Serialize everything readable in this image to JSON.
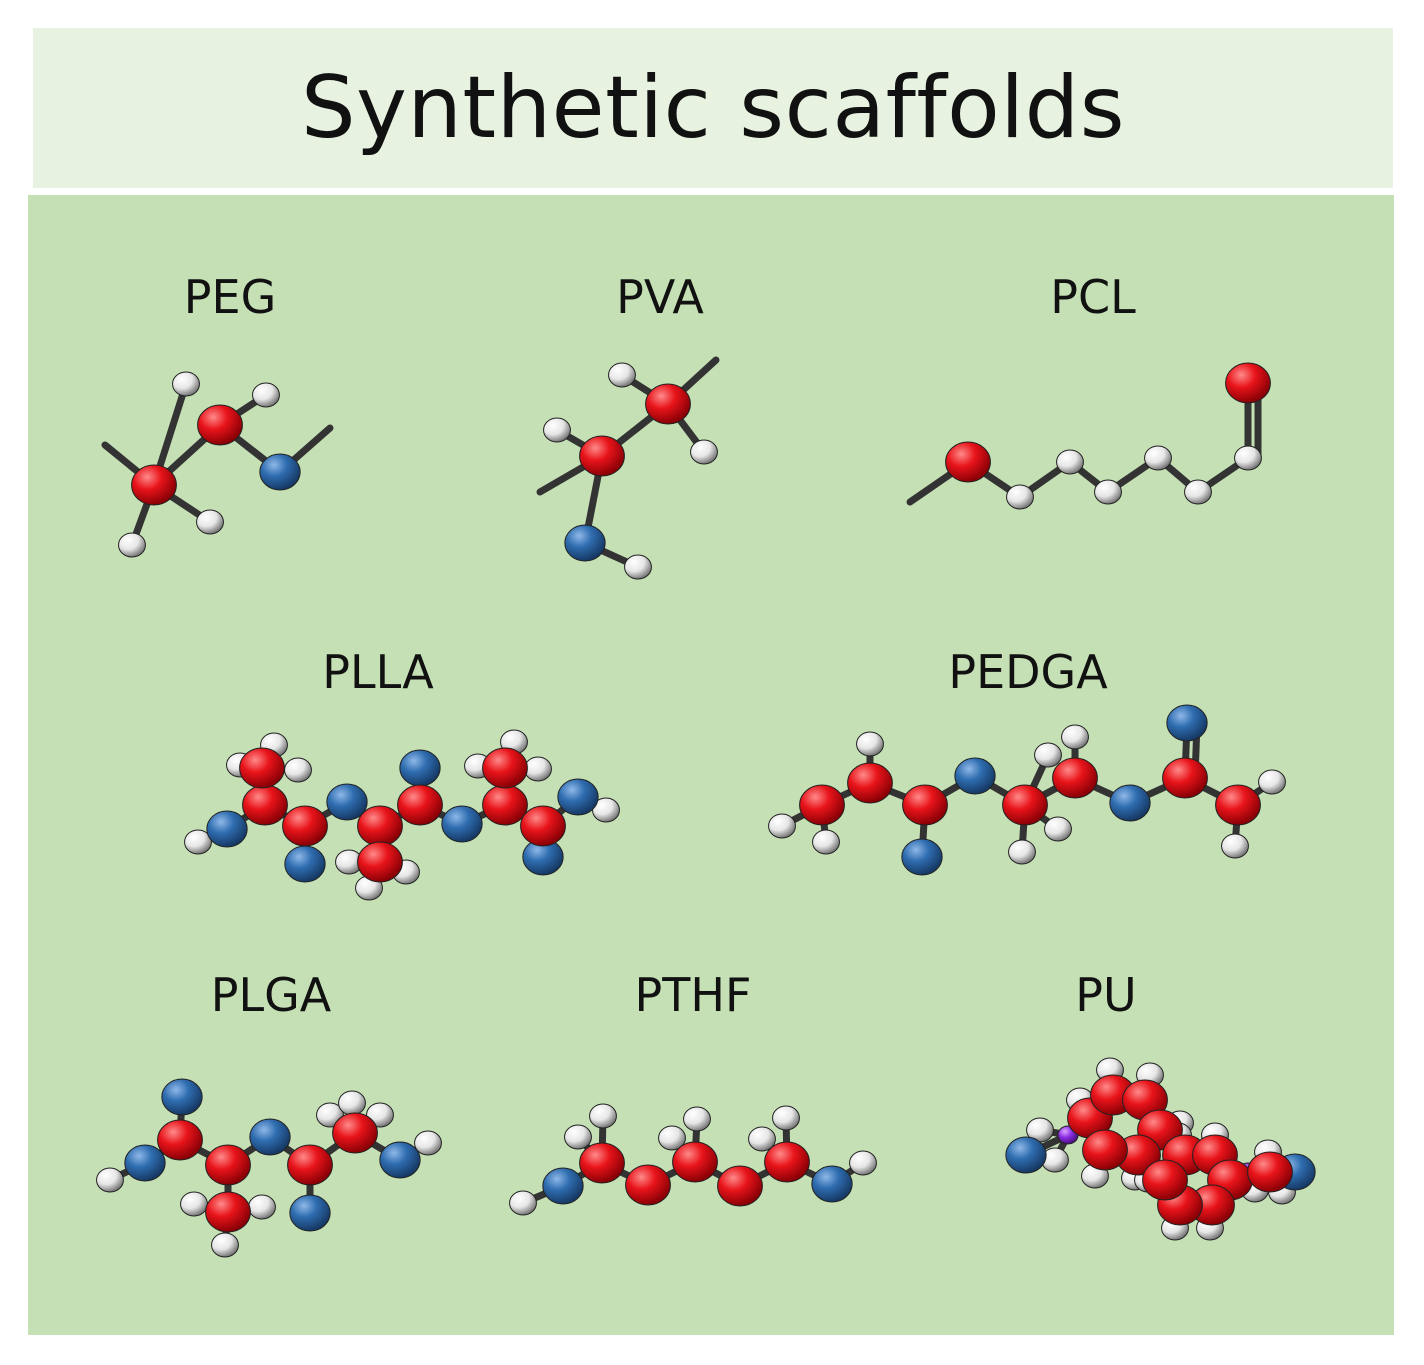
{
  "title": "Synthetic scaffolds",
  "colors": {
    "header_bg": "#e7f2e0",
    "panel_bg": "#c5e0b4",
    "carbon_red": "#e8141a",
    "oxygen_blue": "#2f6db0",
    "hydrogen_white": "#f2f2f2",
    "nitrogen_purple": "#8a2be2",
    "bond": "#333333"
  },
  "molecules": [
    {
      "id": "peg",
      "label": "PEG"
    },
    {
      "id": "pva",
      "label": "PVA"
    },
    {
      "id": "pcl",
      "label": "PCL"
    },
    {
      "id": "plla",
      "label": "PLLA"
    },
    {
      "id": "pedga",
      "label": "PEDGA"
    },
    {
      "id": "plga",
      "label": "PLGA"
    },
    {
      "id": "pthf",
      "label": "PTHF"
    },
    {
      "id": "pu",
      "label": "PU"
    }
  ]
}
